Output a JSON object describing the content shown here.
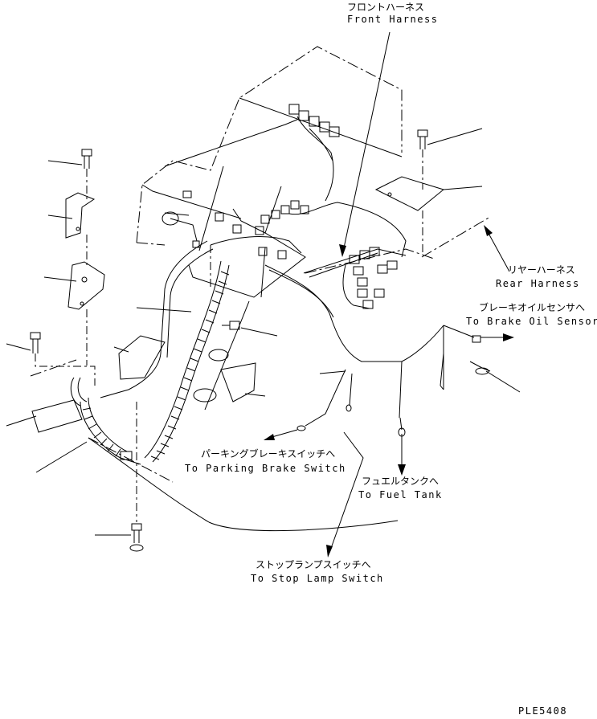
{
  "labels": {
    "front_harness_jp": "フロントハーネス",
    "front_harness_en": "Front Harness",
    "rear_harness_jp": "リヤーハーネス",
    "rear_harness_en": "Rear Harness",
    "brake_oil_jp": "ブレーキオイルセンサへ",
    "brake_oil_en": "To Brake Oil Sensor",
    "parking_brake_jp": "パーキングブレーキスイッチへ",
    "parking_brake_en": "To Parking Brake Switch",
    "fuel_tank_jp": "フュエルタンクへ",
    "fuel_tank_en": "To Fuel Tank",
    "stop_lamp_jp": "ストップランプスイッチへ",
    "stop_lamp_en": "To Stop Lamp Switch",
    "drawing_code": "PLE5408"
  },
  "colors": {
    "line": "#000000",
    "background": "#ffffff"
  }
}
